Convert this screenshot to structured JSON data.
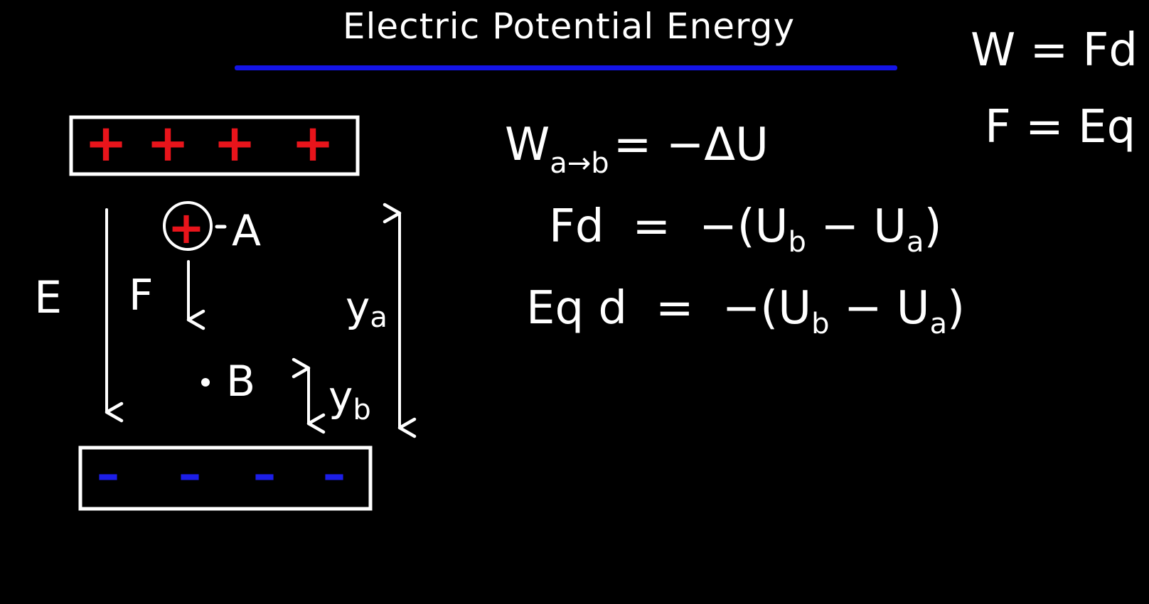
{
  "title": "Electric Potential Energy",
  "colors": {
    "background": "#000000",
    "ink": "#ffffff",
    "positive": "#e8141b",
    "negative": "#1c1ee8",
    "underline": "#1414e6"
  },
  "plates": {
    "top_signs": [
      "+",
      "+",
      "+",
      "+"
    ],
    "bottom_signs": [
      "–",
      "–",
      "–",
      "–"
    ]
  },
  "labels": {
    "field": "E",
    "force": "F",
    "charge": "+",
    "point_a": "A",
    "point_b": "B",
    "height_a": {
      "base": "y",
      "sub": "a"
    },
    "height_b": {
      "base": "y",
      "sub": "b"
    }
  },
  "equations": {
    "work_energy": {
      "base": "W",
      "sub": "a→b",
      "rhs": "= −ΔU"
    },
    "force_distance": {
      "lhs": "Fd",
      "eq": "=",
      "rhs_open": "−(U",
      "sub1": "b",
      "mid": " − U",
      "sub2": "a",
      "close": ")"
    },
    "field_charge": {
      "lhs": "Eq d",
      "eq": "=",
      "rhs_open": "−(U",
      "sub1": "b",
      "mid": " − U",
      "sub2": "a",
      "close": ")"
    },
    "work_def": "W = Fd",
    "force_def": "F = Eq"
  }
}
